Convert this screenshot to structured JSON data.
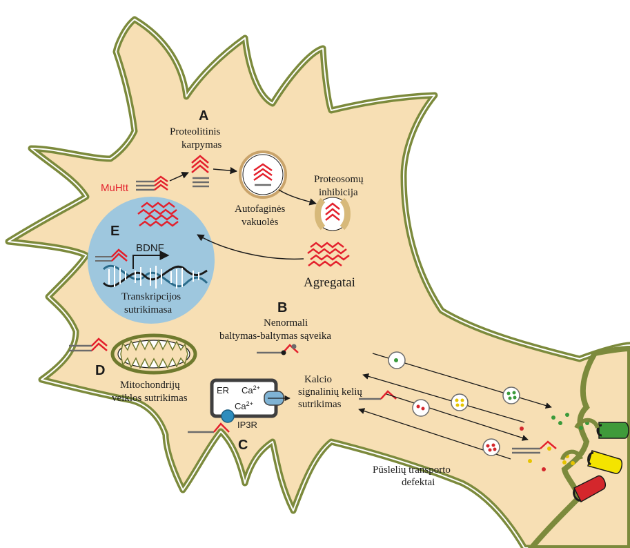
{
  "colors": {
    "cytoplasm": "#f7dfb4",
    "membrane": "#7c8a3c",
    "nucleus": "#9ec7de",
    "protein": "#e3202c",
    "gray": "#6b6b6b"
  },
  "panels": {
    "a": "A",
    "b": "B",
    "c": "C",
    "d": "D",
    "e": "E"
  },
  "labels": {
    "muhtt": "MuHtt",
    "proteolitinis_1": "Proteolitinis",
    "proteolitinis_2": "karpymas",
    "autofagines_1": "Autofaginės",
    "autofagines_2": "vakuolės",
    "proteosomu_1": "Proteosomų",
    "proteosomu_2": "inhibicija",
    "agregatai": "Agregatai",
    "bdnf": "BDNF",
    "transkripcijos_1": "Transkripcijos",
    "transkripcijos_2": "sutrikimasa",
    "nenormali_1": "Nenormali",
    "nenormali_2": "baltymas-baltymas sąveika",
    "mitochondriju_1": "Mitochondrijų",
    "mitochondriju_2": "veiklos sutrikimas",
    "er": "ER",
    "ca_top": "Ca",
    "ca_top_sup": "2+",
    "ca_bottom": "Ca",
    "ca_bottom_sup": "2+",
    "ip3r": "IP3R",
    "kalcio_1": "Kalcio",
    "kalcio_2": "signalinių kelių",
    "kalcio_3": "sutrikimas",
    "puslelu_1": "Pūslelių transporto",
    "puslelu_2": "defektai"
  }
}
